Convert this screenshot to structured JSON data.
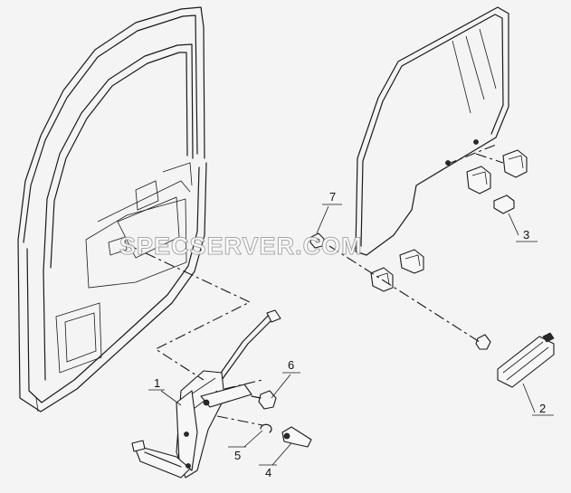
{
  "callouts": [
    {
      "number": "1"
    },
    {
      "number": "2"
    },
    {
      "number": "3"
    },
    {
      "number": "4"
    },
    {
      "number": "5"
    },
    {
      "number": "6"
    },
    {
      "number": "7"
    }
  ],
  "watermark": "SPECSERVER.COM"
}
